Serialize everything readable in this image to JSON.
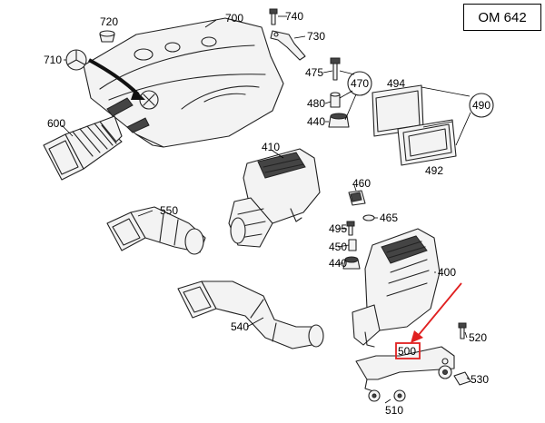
{
  "engine_code": "OM 642",
  "labels": {
    "p700": "700",
    "p720": "720",
    "p740": "740",
    "p710": "710",
    "p730": "730",
    "p475": "475",
    "p470": "470",
    "p480": "480",
    "p440a": "440",
    "p494": "494",
    "p490": "490",
    "p492": "492",
    "p600": "600",
    "p410": "410",
    "p460": "460",
    "p550": "550",
    "p495": "495",
    "p465": "465",
    "p450": "450",
    "p440b": "440",
    "p400": "400",
    "p540": "540",
    "p520": "520",
    "p500": "500",
    "p530": "530",
    "p510": "510"
  },
  "colors": {
    "highlight": "#e02020",
    "line": "#222222",
    "fill": "#f3f3f3"
  }
}
